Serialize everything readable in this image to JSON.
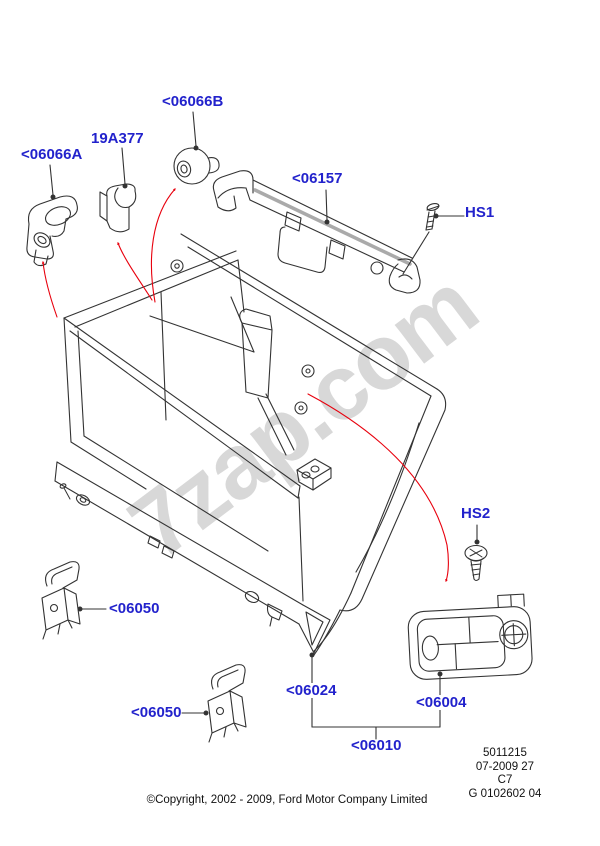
{
  "diagram": {
    "watermark": "7zap.com",
    "labels": {
      "p06066A": "<06066A",
      "p19A377": "19A377",
      "p06066B": "<06066B",
      "p06157": "<06157",
      "hs1": "HS1",
      "hs2": "HS2",
      "p06050_upper": "<06050",
      "p06050_lower": "<06050",
      "p06024": "<06024",
      "p06004": "<06004",
      "p06010": "<06010"
    },
    "info_block": {
      "lines": [
        "5011215",
        "07-2009 27",
        "C7",
        "G 0102602 04"
      ]
    },
    "copyright": "©Copyright, 2002 - 2009, Ford Motor Company Limited",
    "colors": {
      "label_blue": "#2222cc",
      "arrow_red": "#e8000d",
      "line": "#333333",
      "watermark_gray": "#d4d4d4"
    }
  }
}
